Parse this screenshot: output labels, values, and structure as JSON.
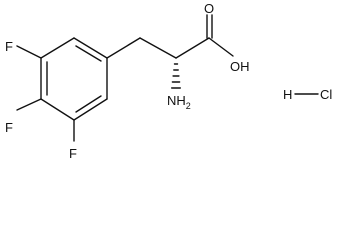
{
  "molecule": {
    "substituents": {
      "fluorine_upper": "F",
      "fluorine_middle": "F",
      "fluorine_lower": "F"
    },
    "amino": {
      "symbol": "NH",
      "subscript": "2"
    },
    "hydroxyl": "OH",
    "carbonyl_oxygen": "O",
    "salt": {
      "hydrogen": "H",
      "chlorine": "Cl"
    }
  }
}
